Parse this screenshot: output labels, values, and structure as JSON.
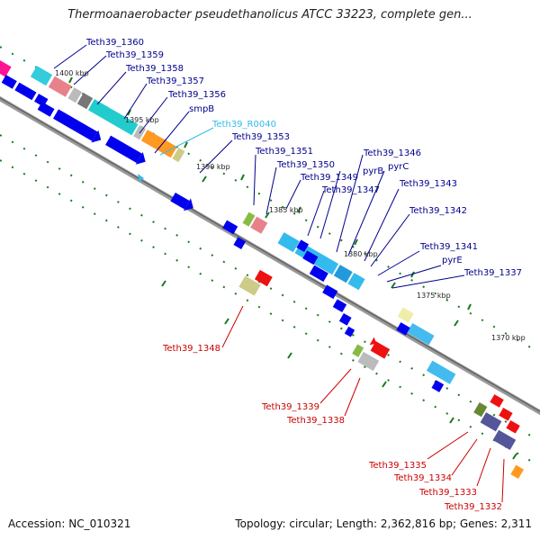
{
  "header": {
    "title": "Thermoanaerobacter pseudethanolicus ATCC 33223, complete gen..."
  },
  "footer": {
    "accession": "Accession: NC_010321",
    "info": "Topology: circular; Length: 2,362,816 bp; Genes: 2,311"
  },
  "colors": {
    "forward_label": "#00008b",
    "reverse_label": "#cc0000",
    "rna_label": "#33bbee",
    "backbone": "#777777",
    "tick": "#1a7a1a"
  },
  "kbp_labels": [
    "1400 kbp",
    "1395 kbp",
    "1390 kbp",
    "1385 kbp",
    "1380 kbp",
    "1375 kbp",
    "1370 kbp"
  ],
  "forward_labels": [
    "Teth39_1360",
    "Teth39_1359",
    "Teth39_1358",
    "Teth39_1357",
    "Teth39_1356",
    "smpB",
    "Teth39_1353",
    "Teth39_1351",
    "Teth39_1350",
    "Teth39_1349",
    "pyrB",
    "Teth39_1346",
    "pyrC",
    "Teth39_1347",
    "Teth39_1343",
    "Teth39_1342",
    "Teth39_1341",
    "pyrE",
    "Teth39_1337"
  ],
  "rna_labels": [
    "Teth39_R0040"
  ],
  "reverse_labels": [
    "Teth39_1348",
    "Teth39_1339",
    "Teth39_1338",
    "Teth39_1335",
    "Teth39_1334",
    "Teth39_1333",
    "Teth39_1332"
  ]
}
